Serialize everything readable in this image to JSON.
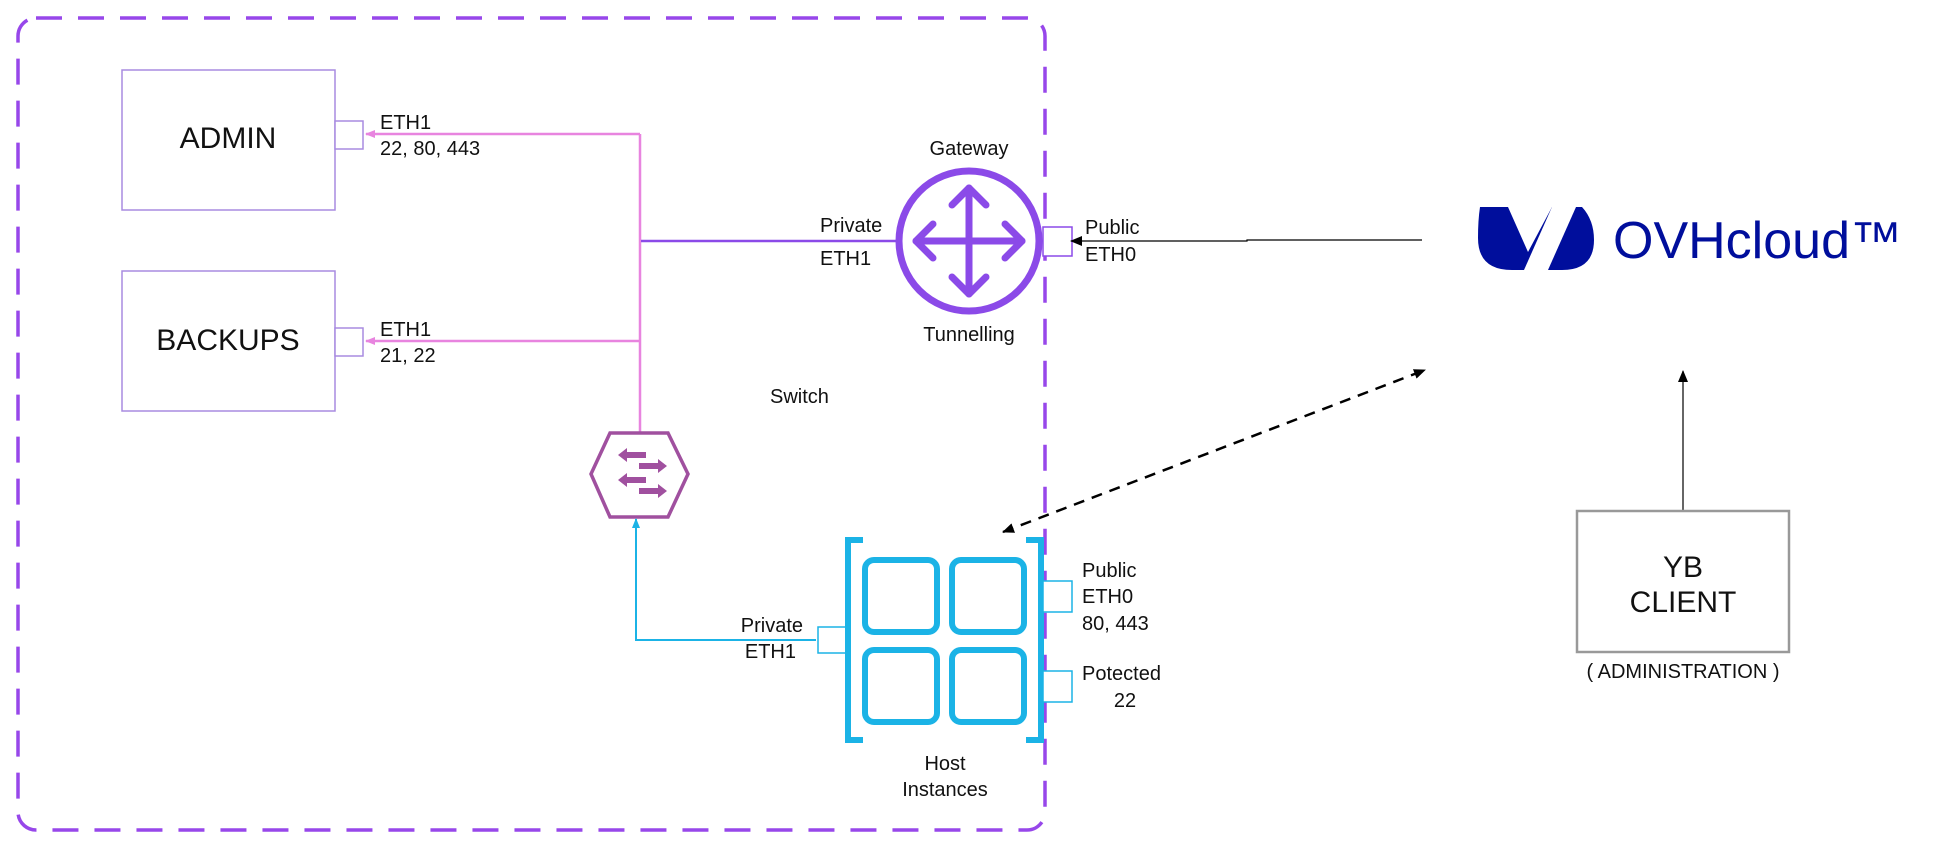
{
  "nodes": {
    "admin": {
      "label": "ADMIN",
      "iface": "ETH1",
      "ports": "22, 80, 443"
    },
    "backups": {
      "label": "BACKUPS",
      "iface": "ETH1",
      "ports": "21, 22"
    },
    "gateway": {
      "title": "Gateway",
      "subtitle": "Tunnelling",
      "private_label": "Private",
      "private_iface": "ETH1",
      "public_label": "Public",
      "public_iface": "ETH0"
    },
    "switch": {
      "label": "Switch"
    },
    "hosts": {
      "title_line1": "Host",
      "title_line2": "Instances",
      "private_label": "Private",
      "private_iface": "ETH1",
      "public_label": "Public",
      "public_iface": "ETH0",
      "public_ports": "80, 443",
      "protected_label": "Potected",
      "protected_ports": "22"
    },
    "provider": {
      "name": "OVHcloud™"
    },
    "client": {
      "line1": "YB",
      "line2": "CLIENT",
      "caption": "( ADMINISTRATION )"
    }
  },
  "colors": {
    "boundary": "#9747ea",
    "gateway": "#8b4ae8",
    "admin_links": "#e884df",
    "switch": "#a0509f",
    "hosts": "#1bb3e6",
    "brand": "#000e9c",
    "box_border": "#a88be0",
    "client_border": "#999999"
  },
  "icons": {
    "gateway": "router-arrows-icon",
    "switch": "switch-arrows-icon",
    "hosts": "server-grid-icon",
    "brand": "ovh-logo-icon"
  }
}
